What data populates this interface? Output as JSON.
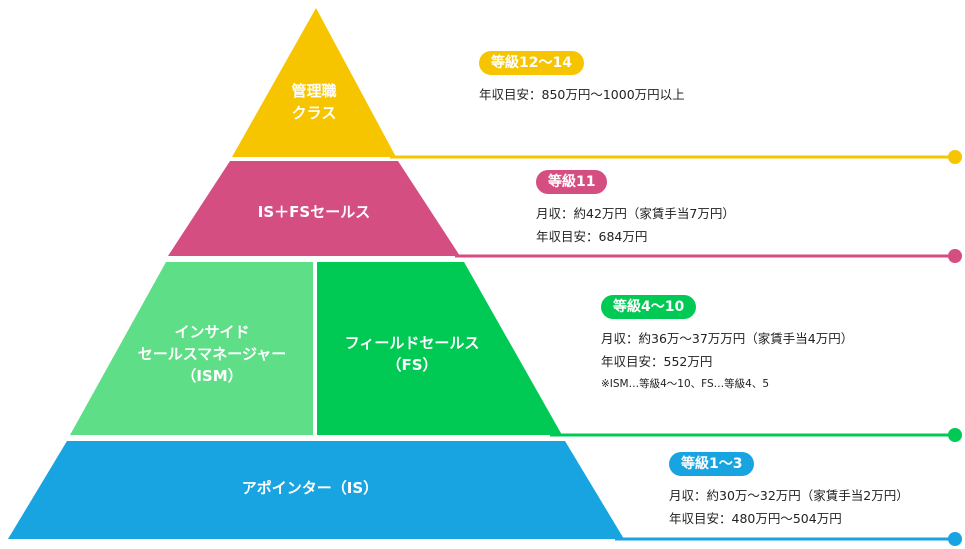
{
  "colors": {
    "yellow": "#F7C500",
    "pink": "#D54E81",
    "light_green": "#5EDE86",
    "green": "#00C954",
    "blue": "#18A4E0"
  },
  "tiers": [
    {
      "id": "management",
      "color": "#F7C500",
      "labels": [
        "管理職",
        "クラス"
      ],
      "grade": "等級12〜14",
      "lines": [
        "年収目安：850万円〜1000万円以上"
      ],
      "note": ""
    },
    {
      "id": "is-fs",
      "color": "#D54E81",
      "labels": [
        "IS＋FSセールス"
      ],
      "grade": "等級11",
      "lines": [
        "月収：約42万円（家賃手当7万円）",
        "年収目安：684万円"
      ],
      "note": ""
    },
    {
      "id": "ism-fs",
      "color": "#00C954",
      "left_labels": [
        "インサイド",
        "セールスマネージャー",
        "（ISM）"
      ],
      "right_labels": [
        "フィールドセールス",
        "（FS）"
      ],
      "grade": "等級4〜10",
      "lines": [
        "月収：約36万〜37万万円（家賃手当4万円）",
        "年収目安：552万円"
      ],
      "note": "※ISM…等級4〜10、FS…等級4、5"
    },
    {
      "id": "appointer",
      "color": "#18A4E0",
      "labels": [
        "アポインター（IS）"
      ],
      "grade": "等級1〜3",
      "lines": [
        "月収：約30万〜32万円（家賃手当2万円）",
        "年収目安：480万円〜504万円"
      ],
      "note": ""
    }
  ]
}
